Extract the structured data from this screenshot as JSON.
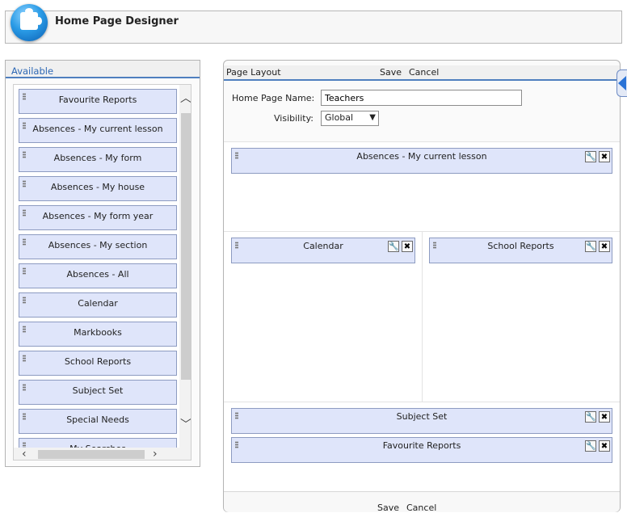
{
  "app": {
    "title": "Home Page Designer"
  },
  "available": {
    "title": "Available",
    "items": [
      "Favourite Reports",
      "Absences - My current lesson",
      "Absences - My form",
      "Absences - My house",
      "Absences - My form year",
      "Absences - My section",
      "Absences - All",
      "Calendar",
      "Markbooks",
      "School Reports",
      "Subject Set",
      "Special Needs",
      "My Searches"
    ]
  },
  "layout": {
    "title": "Page Layout",
    "save_label": "Save",
    "cancel_label": "Cancel",
    "name_label": "Home Page Name:",
    "name_value": "Teachers",
    "visibility_label": "Visibility:",
    "visibility_value": "Global",
    "widgets": {
      "top": "Absences - My current lesson",
      "left": "Calendar",
      "right": "School Reports",
      "bottom1": "Subject Set",
      "bottom2": "Favourite Reports"
    }
  },
  "icons": {
    "logo": "puzzle-icon",
    "configure": "wrench-icon",
    "remove": "close-icon"
  },
  "colors": {
    "accent": "#2d68b5",
    "widget_bg": "#dfe5fa",
    "widget_border": "#8d9bc1"
  }
}
